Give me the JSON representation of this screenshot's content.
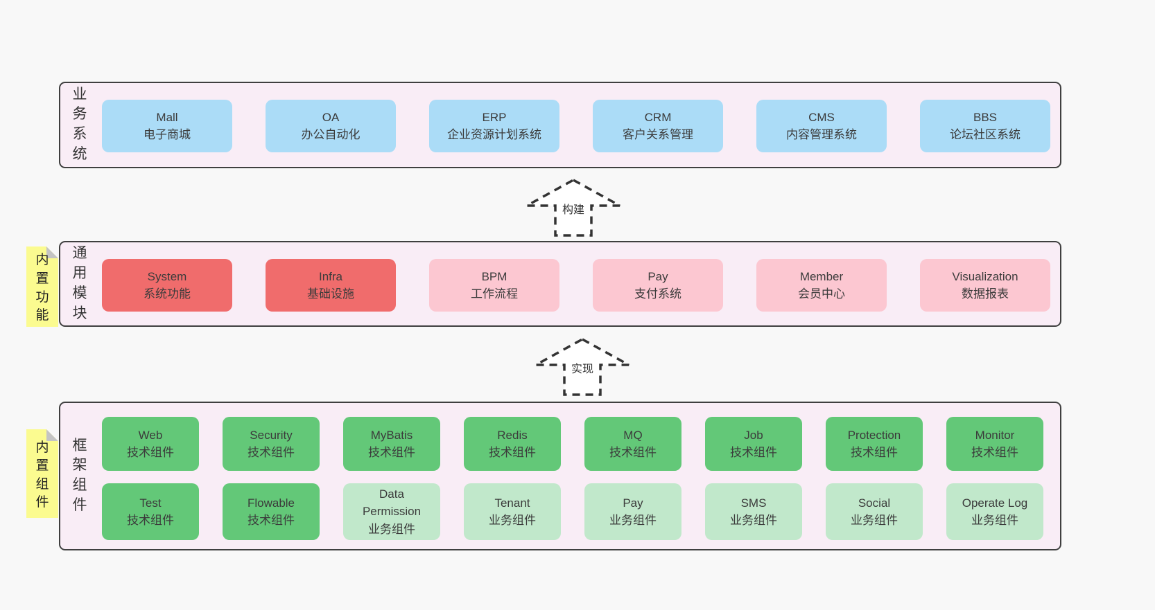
{
  "bands": {
    "business": {
      "label": "业务系统",
      "boxes": [
        {
          "title": "Mall",
          "subtitle": "电子商城"
        },
        {
          "title": "OA",
          "subtitle": "办公自动化"
        },
        {
          "title": "ERP",
          "subtitle": "企业资源计划系统"
        },
        {
          "title": "CRM",
          "subtitle": "客户关系管理"
        },
        {
          "title": "CMS",
          "subtitle": "内容管理系统"
        },
        {
          "title": "BBS",
          "subtitle": "论坛社区系统"
        }
      ]
    },
    "modules": {
      "label": "通用模块",
      "note": "内置功能",
      "boxes": [
        {
          "title": "System",
          "subtitle": "系统功能"
        },
        {
          "title": "Infra",
          "subtitle": "基础设施"
        },
        {
          "title": "BPM",
          "subtitle": "工作流程"
        },
        {
          "title": "Pay",
          "subtitle": "支付系统"
        },
        {
          "title": "Member",
          "subtitle": "会员中心"
        },
        {
          "title": "Visualization",
          "subtitle": "数据报表"
        }
      ]
    },
    "components": {
      "label": "框架组件",
      "note": "内置组件",
      "row1": [
        {
          "title": "Web",
          "subtitle": "技术组件"
        },
        {
          "title": "Security",
          "subtitle": "技术组件"
        },
        {
          "title": "MyBatis",
          "subtitle": "技术组件"
        },
        {
          "title": "Redis",
          "subtitle": "技术组件"
        },
        {
          "title": "MQ",
          "subtitle": "技术组件"
        },
        {
          "title": "Job",
          "subtitle": "技术组件"
        },
        {
          "title": "Protection",
          "subtitle": "技术组件"
        },
        {
          "title": "Monitor",
          "subtitle": "技术组件"
        }
      ],
      "row2": [
        {
          "title": "Test",
          "subtitle": "技术组件"
        },
        {
          "title": "Flowable",
          "subtitle": "技术组件"
        },
        {
          "title": "Data Permission",
          "subtitle": "业务组件"
        },
        {
          "title": "Tenant",
          "subtitle": "业务组件"
        },
        {
          "title": "Pay",
          "subtitle": "业务组件"
        },
        {
          "title": "SMS",
          "subtitle": "业务组件"
        },
        {
          "title": "Social",
          "subtitle": "业务组件"
        },
        {
          "title": "Operate Log",
          "subtitle": "业务组件"
        }
      ]
    }
  },
  "arrows": {
    "build": {
      "label": "构建"
    },
    "implement": {
      "label": "实现"
    }
  },
  "colors": {
    "page_bg": "#f8f8f8",
    "band_bg": "#f9edf6",
    "band_border": "#3f3f3f",
    "box_blue": "#abdcf7",
    "box_red": "#f06c6c",
    "box_pink": "#fcc7d1",
    "box_green": "#63c878",
    "box_green_light": "#c1e8cb",
    "note_yellow": "#fbfb90",
    "note_fold_gray": "#c4c4c4"
  }
}
